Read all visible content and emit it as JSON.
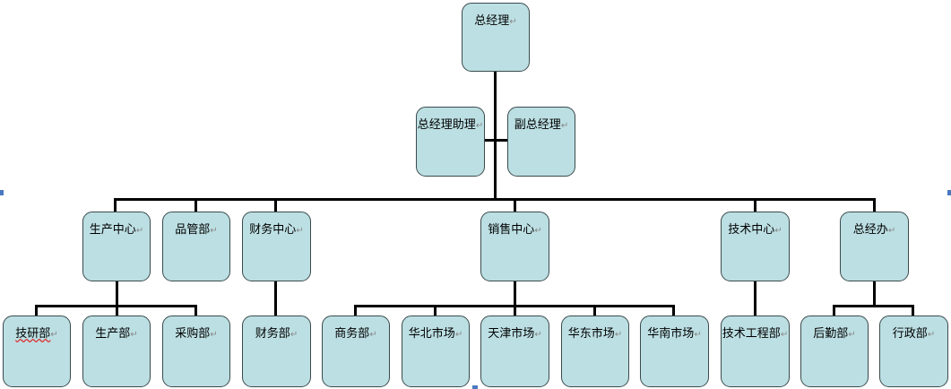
{
  "return_mark": "↵",
  "top": {
    "label": "总经理"
  },
  "staff": [
    {
      "label": "总经理助理"
    },
    {
      "label": "副总经理"
    }
  ],
  "level2": [
    {
      "label": "生产中心"
    },
    {
      "label": "品管部"
    },
    {
      "label": "财务中心"
    },
    {
      "label": "销售中心"
    },
    {
      "label": "技术中心"
    },
    {
      "label": "总经办"
    }
  ],
  "level3": [
    {
      "label": "技研部"
    },
    {
      "label": "生产部"
    },
    {
      "label": "采购部"
    },
    {
      "label": "财务部"
    },
    {
      "label": "商务部"
    },
    {
      "label": "华北市场"
    },
    {
      "label": "天津市场"
    },
    {
      "label": "华东市场"
    },
    {
      "label": "华南市场"
    },
    {
      "label": "技术工程部"
    },
    {
      "label": "后勤部"
    },
    {
      "label": "行政部"
    }
  ],
  "colors": {
    "box_fill": "#bcdfe3",
    "connector": "#000000"
  }
}
